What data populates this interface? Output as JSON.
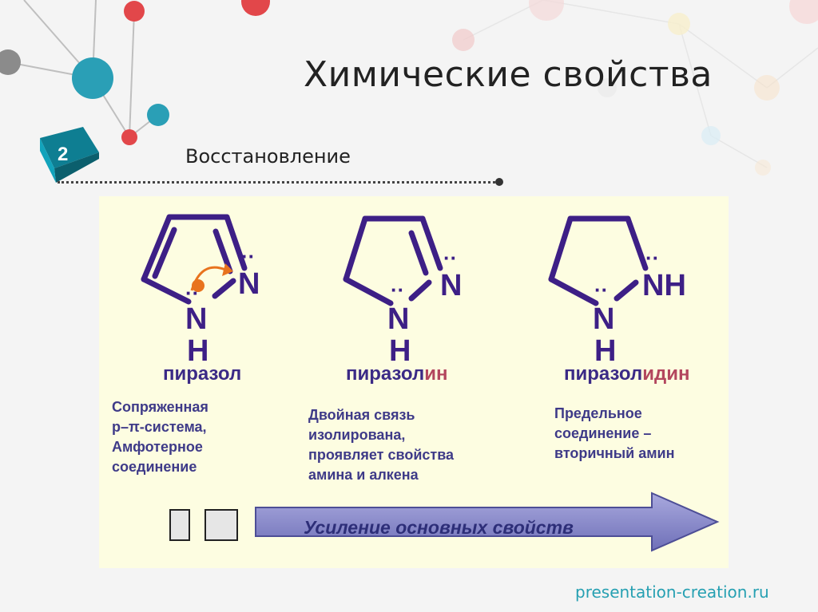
{
  "slide": {
    "title": "Химические свойства",
    "section_number": "2",
    "subtitle": "Восстановление",
    "footer": "presentation-creation.ru"
  },
  "compounds": [
    {
      "name_base": "пиразол",
      "name_suffix": "",
      "atom_n": "N",
      "atom_h": "H",
      "lone_pair": "··",
      "description": [
        "Сопряженная",
        "р–π-система,",
        "Амфотерное",
        "соединение"
      ]
    },
    {
      "name_base": "пиразол",
      "name_suffix": "ин",
      "atom_n": "N",
      "atom_h": "H",
      "lone_pair": "··",
      "description": [
        "Двойная связь",
        "изолирована,",
        "проявляет свойства",
        "амина и алкена"
      ]
    },
    {
      "name_base": "пиразол",
      "name_suffix": "идин",
      "atom_n": "N",
      "atom_nh": "NH",
      "atom_h": "H",
      "lone_pair": "··",
      "description": [
        "Предельное",
        "соединение –",
        "вторичный амин"
      ]
    }
  ],
  "arrow": {
    "label": "Усиление основных свойств"
  },
  "colors": {
    "structure": "#3d1f86",
    "name": "#3b2a86",
    "suffix": "#b3465e",
    "description": "#3e3a88",
    "panel_bg": "#fdfde1",
    "arrow_fill": "#8888c8",
    "curved_arrow": "#e8731e",
    "footer": "#26a0b2"
  }
}
